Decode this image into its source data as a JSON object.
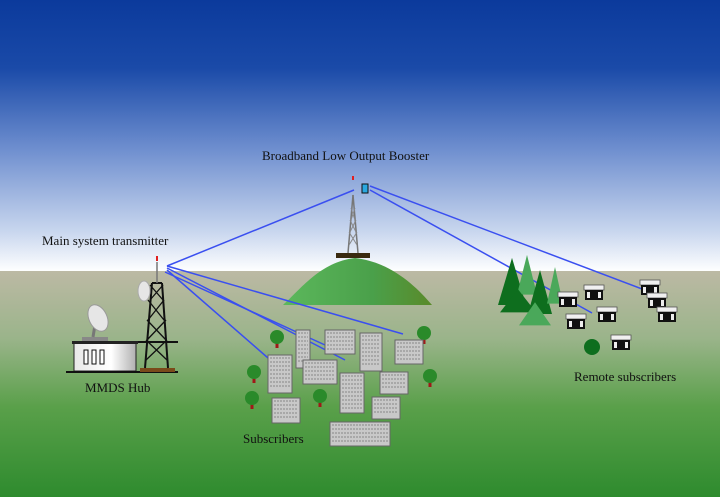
{
  "diagram": {
    "title": "MMDS network with broadband low output booster",
    "labels": {
      "booster": "Broadband Low Output Booster",
      "main_transmitter": "Main system transmitter",
      "hub": "MMDS Hub",
      "subscribers": "Subscribers",
      "remote_subscribers": "Remote subscribers"
    },
    "colors": {
      "sky_top": "#0b3a9c",
      "sky_mid": "#6f8fcf",
      "horizon": "#ffffff",
      "ground_top": "#bcb9a4",
      "ground_mid": "#7aa860",
      "ground_bottom": "#2e8b2e",
      "hill": "#4caa4c",
      "signal_line": "#3a4ff0",
      "tree_green": "#2a8a2a",
      "trunk": "#a01818",
      "building": "#c8c8c8",
      "conifer_dark": "#0e6e1e",
      "conifer_light": "#4aa85a"
    },
    "links": [
      {
        "from": "main_transmitter",
        "to": "booster"
      },
      {
        "from": "main_transmitter",
        "to": "subscribers"
      },
      {
        "from": "main_transmitter",
        "to": "subscribers"
      },
      {
        "from": "main_transmitter",
        "to": "subscribers"
      },
      {
        "from": "main_transmitter",
        "to": "subscribers"
      },
      {
        "from": "booster",
        "to": "remote_subscribers"
      },
      {
        "from": "booster",
        "to": "remote_subscribers"
      }
    ]
  }
}
